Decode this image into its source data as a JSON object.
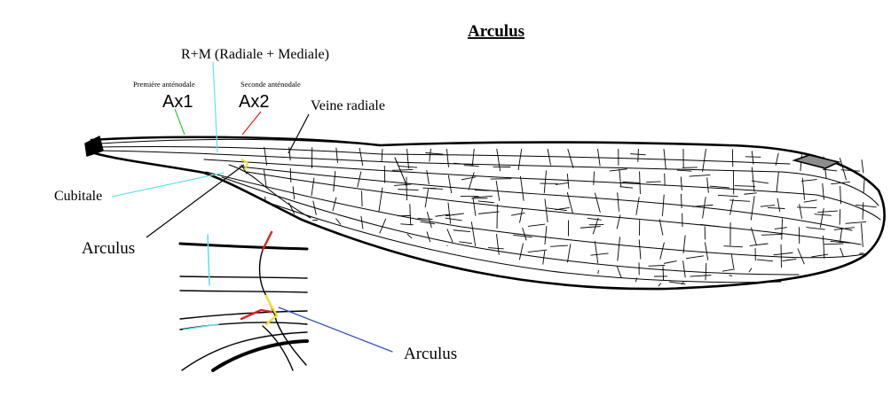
{
  "title": "Arculus",
  "labels": {
    "rm": "R+M (Radiale + Mediale)",
    "premiere": "Première anténodale",
    "ax1": "Ax1",
    "seconde": "Seconde anténodale",
    "ax2": "Ax2",
    "veine_radiale": "Veine radiale",
    "cubitale": "Cubitale",
    "arculus_main": "Arculus",
    "arculus_inset": "Arculus"
  },
  "colors": {
    "ax1_line": "#33cc33",
    "ax2_line": "#e02020",
    "cyan_line": "#66e0f0",
    "arculus_yellow": "#f2dd2c",
    "arculus_blue": "#3355bb",
    "stigma": "#8c8c8c",
    "vein": "#000000"
  }
}
